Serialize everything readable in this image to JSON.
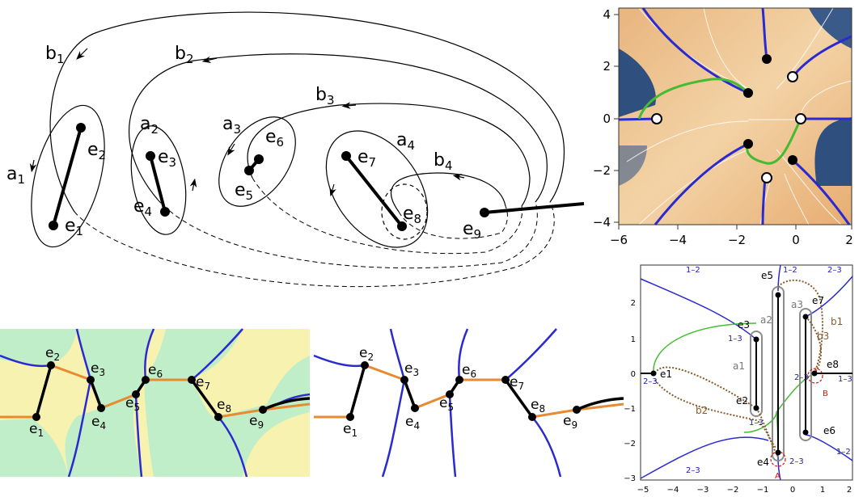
{
  "panel_top_left": {
    "branch_points": [
      {
        "label": "e",
        "sub": "1"
      },
      {
        "label": "e",
        "sub": "2"
      },
      {
        "label": "e",
        "sub": "3"
      },
      {
        "label": "e",
        "sub": "4"
      },
      {
        "label": "e",
        "sub": "5"
      },
      {
        "label": "e",
        "sub": "6"
      },
      {
        "label": "e",
        "sub": "7"
      },
      {
        "label": "e",
        "sub": "8"
      },
      {
        "label": "e",
        "sub": "9"
      }
    ],
    "a_cycles": [
      {
        "label": "a",
        "sub": "1"
      },
      {
        "label": "a",
        "sub": "2"
      },
      {
        "label": "a",
        "sub": "3"
      },
      {
        "label": "a",
        "sub": "4"
      }
    ],
    "b_cycles": [
      {
        "label": "b",
        "sub": "1"
      },
      {
        "label": "b",
        "sub": "2"
      },
      {
        "label": "b",
        "sub": "3"
      },
      {
        "label": "b",
        "sub": "4"
      }
    ]
  },
  "panel_top_right": {
    "x_ticks": [
      "−6",
      "−4",
      "−2",
      "0",
      "2"
    ],
    "y_ticks": [
      "4",
      "2",
      "0",
      "−2",
      "−4"
    ]
  },
  "panel_bottom_left": {
    "labels": [
      {
        "label": "e",
        "sub": "1"
      },
      {
        "label": "e",
        "sub": "2"
      },
      {
        "label": "e",
        "sub": "3"
      },
      {
        "label": "e",
        "sub": "4"
      },
      {
        "label": "e",
        "sub": "5"
      },
      {
        "label": "e",
        "sub": "6"
      },
      {
        "label": "e",
        "sub": "7"
      },
      {
        "label": "e",
        "sub": "8"
      },
      {
        "label": "e",
        "sub": "9"
      }
    ]
  },
  "panel_bottom_middle": {
    "labels": [
      {
        "label": "e",
        "sub": "1"
      },
      {
        "label": "e",
        "sub": "2"
      },
      {
        "label": "e",
        "sub": "3"
      },
      {
        "label": "e",
        "sub": "4"
      },
      {
        "label": "e",
        "sub": "5"
      },
      {
        "label": "e",
        "sub": "6"
      },
      {
        "label": "e",
        "sub": "7"
      },
      {
        "label": "e",
        "sub": "8"
      },
      {
        "label": "e",
        "sub": "9"
      }
    ]
  },
  "panel_bottom_right": {
    "x_ticks": [
      "−5",
      "−4",
      "−3",
      "−2",
      "−1",
      "0",
      "1",
      "2"
    ],
    "y_ticks": [
      "2",
      "1",
      "0",
      "−1",
      "−2",
      "−3"
    ],
    "point_labels": [
      "e1",
      "e2",
      "e3",
      "e4",
      "e5",
      "e6",
      "e7",
      "e8"
    ],
    "sheet_labels": [
      "1–2",
      "1–2",
      "2–3",
      "1–3",
      "2–3",
      "2–3",
      "1–3",
      "1–3",
      "2–3",
      "1–2",
      "2–3"
    ],
    "cycle_labels": [
      "a1",
      "a2",
      "a3",
      "b1",
      "b2",
      "b3"
    ],
    "marker_labels": [
      "A",
      "B"
    ]
  }
}
